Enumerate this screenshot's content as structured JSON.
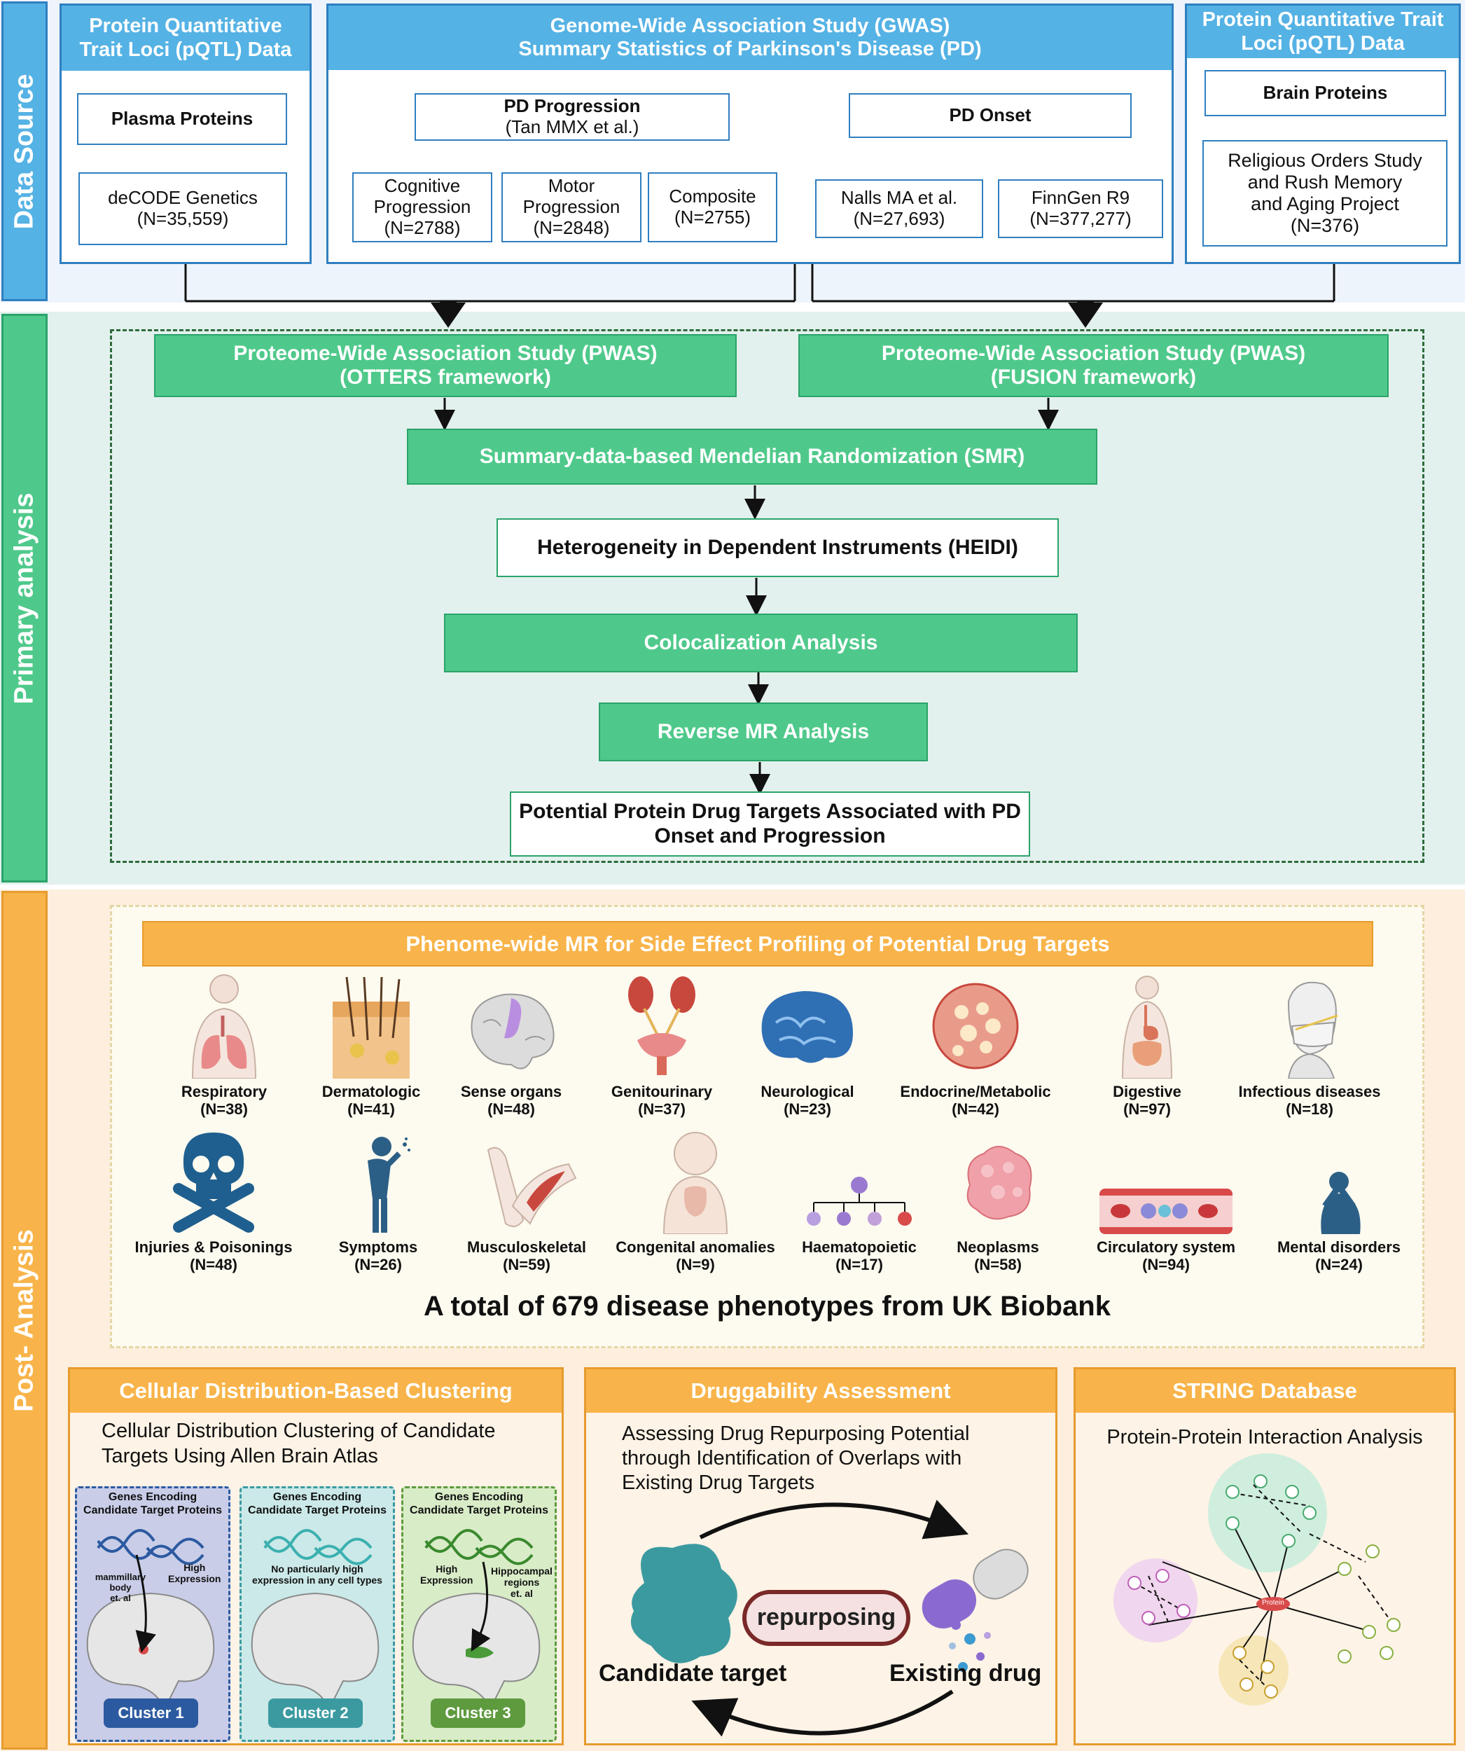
{
  "sections": {
    "data_source": "Data Source",
    "primary": "Primary analysis",
    "post": "Post- Analysis"
  },
  "data_source": {
    "left": {
      "title": "Protein Quantitative Trait Loci (pQTL) Data",
      "sub": "Plasma Proteins",
      "dataset_name": "deCODE Genetics",
      "dataset_n": "(N=35,559)"
    },
    "middle": {
      "title_line1": "Genome-Wide Association Study (GWAS)",
      "title_line2": "Summary Statistics of Parkinson's Disease (PD)",
      "progression": {
        "label": "PD Progression",
        "ref": "(Tan MMX et al.)"
      },
      "onset": "PD Onset",
      "items": [
        {
          "line1": "Cognitive",
          "line2": "Progression",
          "n": "(N=2788)"
        },
        {
          "line1": "Motor",
          "line2": "Progression",
          "n": "(N=2848)"
        },
        {
          "line1": "Composite",
          "line2": "",
          "n": "(N=2755)"
        },
        {
          "line1": "Nalls MA et al.",
          "line2": "",
          "n": "(N=27,693)"
        },
        {
          "line1": "FinnGen R9",
          "line2": "",
          "n": "(N=377,277)"
        }
      ]
    },
    "right": {
      "title": "Protein Quantitative Trait Loci (pQTL) Data",
      "sub": "Brain Proteins",
      "dataset_l1": "Religious Orders Study",
      "dataset_l2": "and Rush Memory",
      "dataset_l3": "and Aging Project",
      "dataset_n": "(N=376)"
    }
  },
  "primary": {
    "pwas_otters_l1": "Proteome-Wide Association Study (PWAS)",
    "pwas_otters_l2": "(OTTERS framework)",
    "pwas_fusion_l1": "Proteome-Wide Association Study (PWAS)",
    "pwas_fusion_l2": "(FUSION framework)",
    "smr": "Summary-data-based Mendelian Randomization (SMR)",
    "heidi": "Heterogeneity in Dependent Instruments (HEIDI)",
    "coloc": "Colocalization Analysis",
    "reverse_mr": "Reverse MR Analysis",
    "targets_l1": "Potential Protein Drug Targets Associated with PD",
    "targets_l2": "Onset and Progression"
  },
  "phewas": {
    "title": "Phenome-wide MR for Side Effect Profiling of Potential Drug Targets",
    "row1": [
      {
        "name": "Respiratory",
        "n": "(N=38)",
        "icon": "lungs-icon",
        "color": "#e98a8a"
      },
      {
        "name": "Dermatologic",
        "n": "(N=41)",
        "icon": "skin-icon",
        "color": "#e7a65e"
      },
      {
        "name": "Sense organs",
        "n": "(N=48)",
        "icon": "brain-sense-icon",
        "color": "#b98ee0"
      },
      {
        "name": "Genitourinary",
        "n": "(N=37)",
        "icon": "kidney-icon",
        "color": "#d96a5a"
      },
      {
        "name": "Neurological",
        "n": "(N=23)",
        "icon": "neuro-brain-icon",
        "color": "#2f6fb4"
      },
      {
        "name": "Endocrine/Metabolic",
        "n": "(N=42)",
        "icon": "fat-cell-icon",
        "color": "#e99b8a"
      },
      {
        "name": "Digestive",
        "n": "(N=97)",
        "icon": "digestive-icon",
        "color": "#d9735a"
      },
      {
        "name": "Infectious diseases",
        "n": "(N=18)",
        "icon": "mask-person-icon",
        "color": "#d9d9d9"
      }
    ],
    "row2": [
      {
        "name": "Injuries & Poisonings",
        "n": "(N=48)",
        "icon": "skull-icon",
        "color": "#1f5f8f"
      },
      {
        "name": "Symptoms",
        "n": "(N=26)",
        "icon": "coughing-person-icon",
        "color": "#2c5f86"
      },
      {
        "name": "Musculoskeletal",
        "n": "(N=59)",
        "icon": "muscle-arm-icon",
        "color": "#c8483e"
      },
      {
        "name": "Congenital anomalies",
        "n": "(N=9)",
        "icon": "baby-icon",
        "color": "#e8b8a8"
      },
      {
        "name": "Haematopoietic",
        "n": "(N=17)",
        "icon": "blood-cells-icon",
        "color": "#9a7ad0"
      },
      {
        "name": "Neoplasms",
        "n": "(N=58)",
        "icon": "tumor-icon",
        "color": "#f0a0a8"
      },
      {
        "name": "Circulatory system",
        "n": "(N=94)",
        "icon": "blood-vessel-icon",
        "color": "#d94a4a"
      },
      {
        "name": "Mental disorders",
        "n": "(N=24)",
        "icon": "sad-person-icon",
        "color": "#2c5f86"
      }
    ],
    "total": "A total of 679 disease phenotypes from UK Biobank"
  },
  "bottom": {
    "clustering": {
      "title": "Cellular Distribution-Based Clustering",
      "desc_l1": "Cellular Distribution Clustering of Candidate",
      "desc_l2": "Targets Using Allen Brain Atlas",
      "clusters": [
        {
          "head_l1": "Genes Encoding",
          "head_l2": "Candidate Target Proteins",
          "note_a": "High",
          "note_b": "Expression",
          "region_l1": "mammillary",
          "region_l2": "body",
          "region_l3": "et. al",
          "label": "Cluster 1",
          "bg": "#c9cde8",
          "color": "#2c5aa0"
        },
        {
          "head_l1": "Genes Encoding",
          "head_l2": "Candidate Target Proteins",
          "note_a": "No particularly high",
          "note_b": "expression in any cell types",
          "region_l1": "",
          "region_l2": "",
          "region_l3": "",
          "label": "Cluster 2",
          "bg": "#cbe9e8",
          "color": "#3b9aa0"
        },
        {
          "head_l1": "Genes Encoding",
          "head_l2": "Candidate Target Proteins",
          "note_a": "High",
          "note_b": "Expression",
          "region_l1": "Hippocampal",
          "region_l2": "regions",
          "region_l3": "et. al",
          "label": "Cluster 3",
          "bg": "#d9ecc8",
          "color": "#5e9a3e"
        }
      ]
    },
    "druggability": {
      "title": "Druggability Assessment",
      "desc_l1": "Assessing Drug Repurposing Potential",
      "desc_l2": "through Identification of Overlaps with",
      "desc_l3": "Existing Drug Targets",
      "center": "repurposing",
      "left": "Candidate target",
      "right": "Existing drug"
    },
    "string": {
      "title": "STRING Database",
      "desc": "Protein-Protein Interaction Analysis",
      "hub": "Protein"
    }
  }
}
